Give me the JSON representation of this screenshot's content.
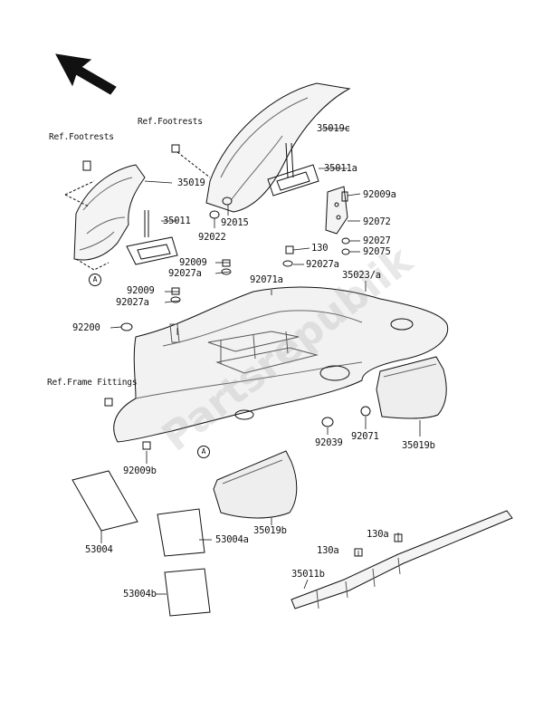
{
  "parts": {
    "p35019c": "35019c",
    "p35011a": "35011a",
    "p35019": "35019",
    "p35011": "35011",
    "p92015": "92015",
    "p92022": "92022",
    "p92009a": "92009a",
    "p92072": "92072",
    "p92027": "92027",
    "p92075": "92075",
    "p130": "130",
    "p92027a_top": "92027a",
    "p92009_1": "92009",
    "p92027a_1": "92027a",
    "p92071a": "92071a",
    "p35023a": "35023/a",
    "p92009_2": "92009",
    "p92027a_2": "92027a",
    "p92200": "92200",
    "p92039": "92039",
    "p92071": "92071",
    "p35019b_right": "35019b",
    "p92009b": "92009b",
    "p35019b_center": "35019b",
    "p53004": "53004",
    "p53004a": "53004a",
    "p53004b": "53004b",
    "p130a_1": "130a",
    "p130a_2": "130a",
    "p35011b": "35011b"
  },
  "refs": {
    "footrests_left": "Ref.Footrests",
    "footrests_top": "Ref.Footrests",
    "frame_fittings": "Ref.Frame Fittings"
  },
  "markers": {
    "a_upper": "A",
    "a_lower": "A"
  },
  "watermark": "Partsrepublik"
}
